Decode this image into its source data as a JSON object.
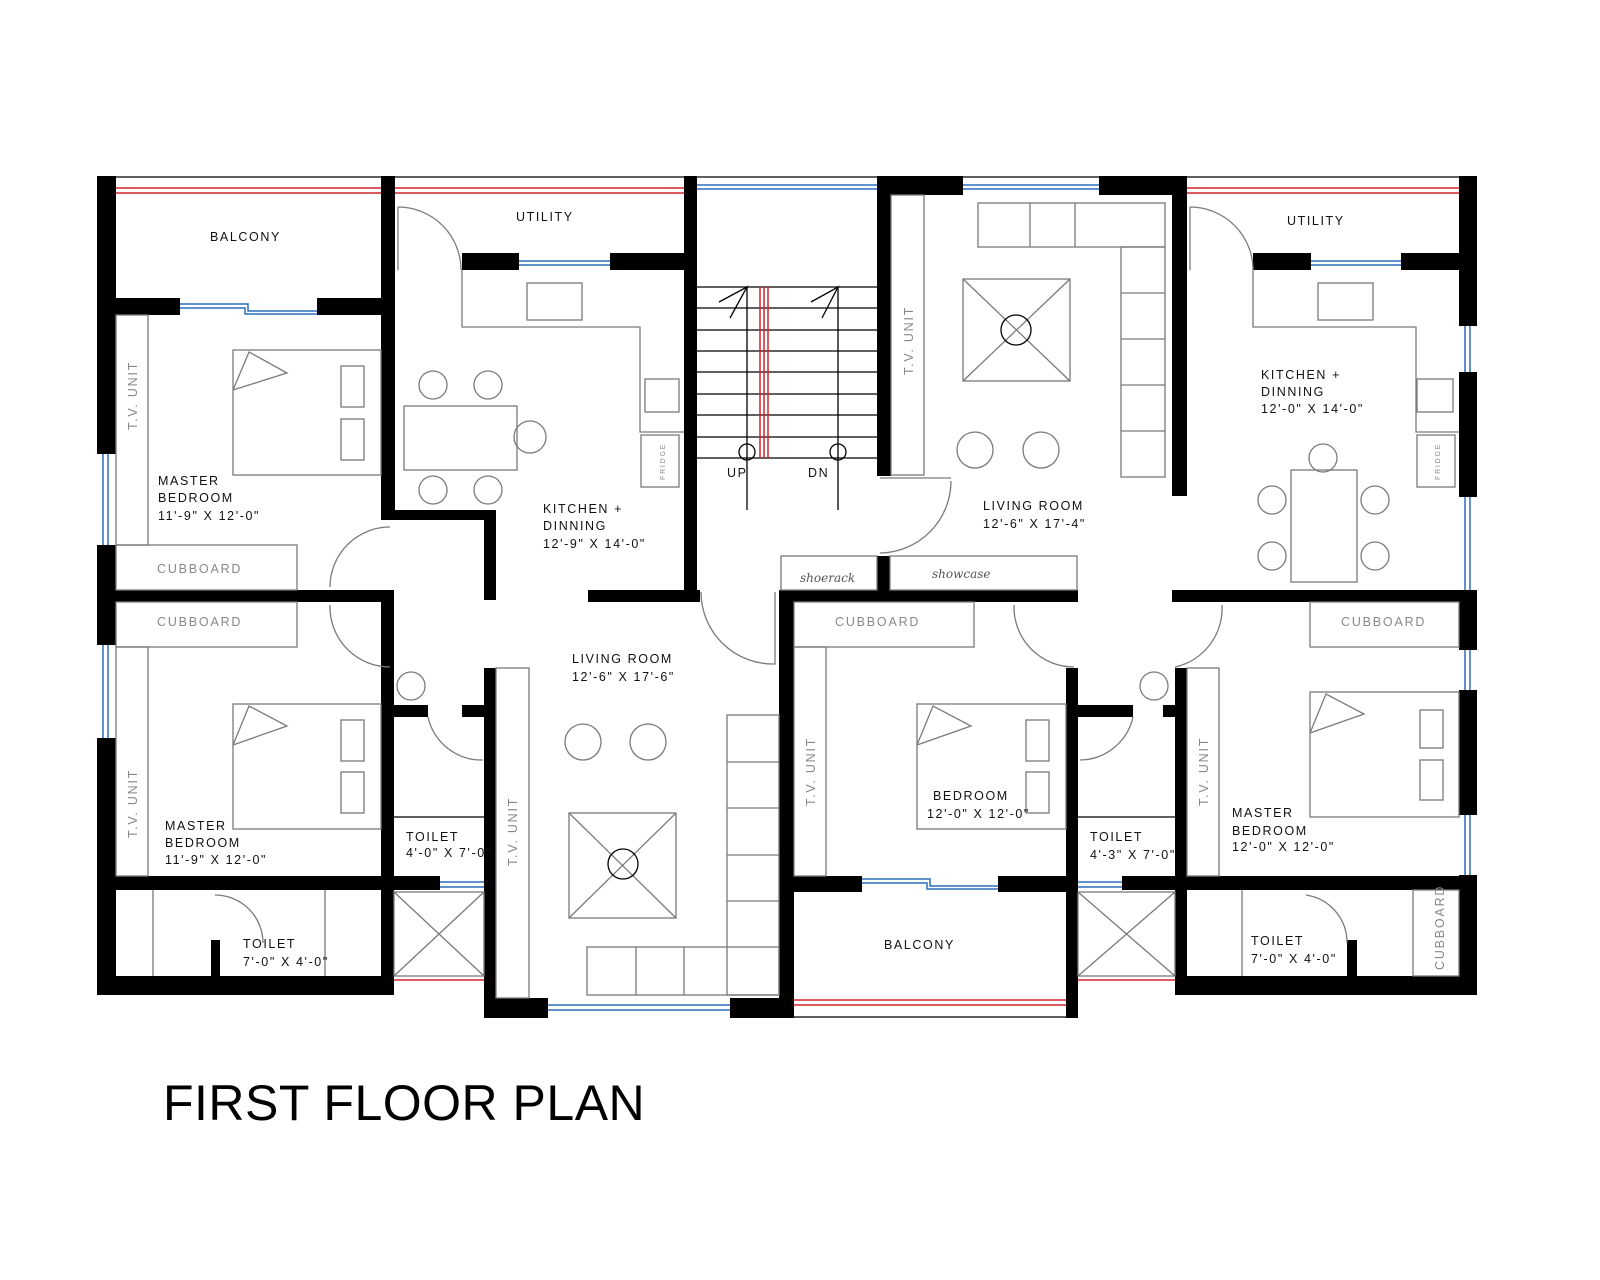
{
  "title": "FIRST FLOOR PLAN",
  "colors": {
    "wall": "#000000",
    "railing": "#d2232a",
    "window": "#2a6fbd",
    "furniture": "#7a7a7a"
  },
  "rooms": {
    "balcony_top": "BALCONY",
    "utility_left": "UTILITY",
    "utility_right": "UTILITY",
    "master_bedroom_tl": {
      "line1": "MASTER",
      "line2": "BEDROOM",
      "size": "11'-9\" X 12'-0\""
    },
    "kitchen_left": {
      "line1": "KITCHEN +",
      "line2": "DINNING",
      "size": "12'-9\" X 14'-0\""
    },
    "living_right": {
      "line1": "LIVING ROOM",
      "size": "12'-6\" X 17'-4\""
    },
    "kitchen_right": {
      "line1": "KITCHEN +",
      "line2": "DINNING",
      "size": "12'-0\" X 14'-0\""
    },
    "master_bedroom_bl": {
      "line1": "MASTER",
      "line2": "BEDROOM",
      "size": "11'-9\" X 12'-0\""
    },
    "toilet_mid_left": {
      "line1": "TOILET",
      "size": "4'-0\" X 7'-0\""
    },
    "toilet_bl": {
      "line1": "TOILET",
      "size": "7'-0\" X 4'-0\""
    },
    "living_left": {
      "line1": "LIVING ROOM",
      "size": "12'-6\" X 17'-6\""
    },
    "bedroom_mid": {
      "line1": "BEDROOM",
      "size": "12'-0\" X 12'-0\""
    },
    "balcony_bottom": "BALCONY",
    "toilet_mid_right": {
      "line1": "TOILET",
      "size": "4'-3\" X 7'-0\""
    },
    "master_bedroom_br": {
      "line1": "MASTER",
      "line2": "BEDROOM",
      "size": "12'-0\" X 12'-0\""
    },
    "toilet_br": {
      "line1": "TOILET",
      "size": "7'-0\" X 4'-0\""
    }
  },
  "fixtures": {
    "tv_unit": "T.V. UNIT",
    "cupboard": "CUBBOARD",
    "fridge": "FRIDGE",
    "shoerack": "shoerack",
    "showcase": "showcase",
    "stair_up": "UP",
    "stair_down": "DN"
  }
}
